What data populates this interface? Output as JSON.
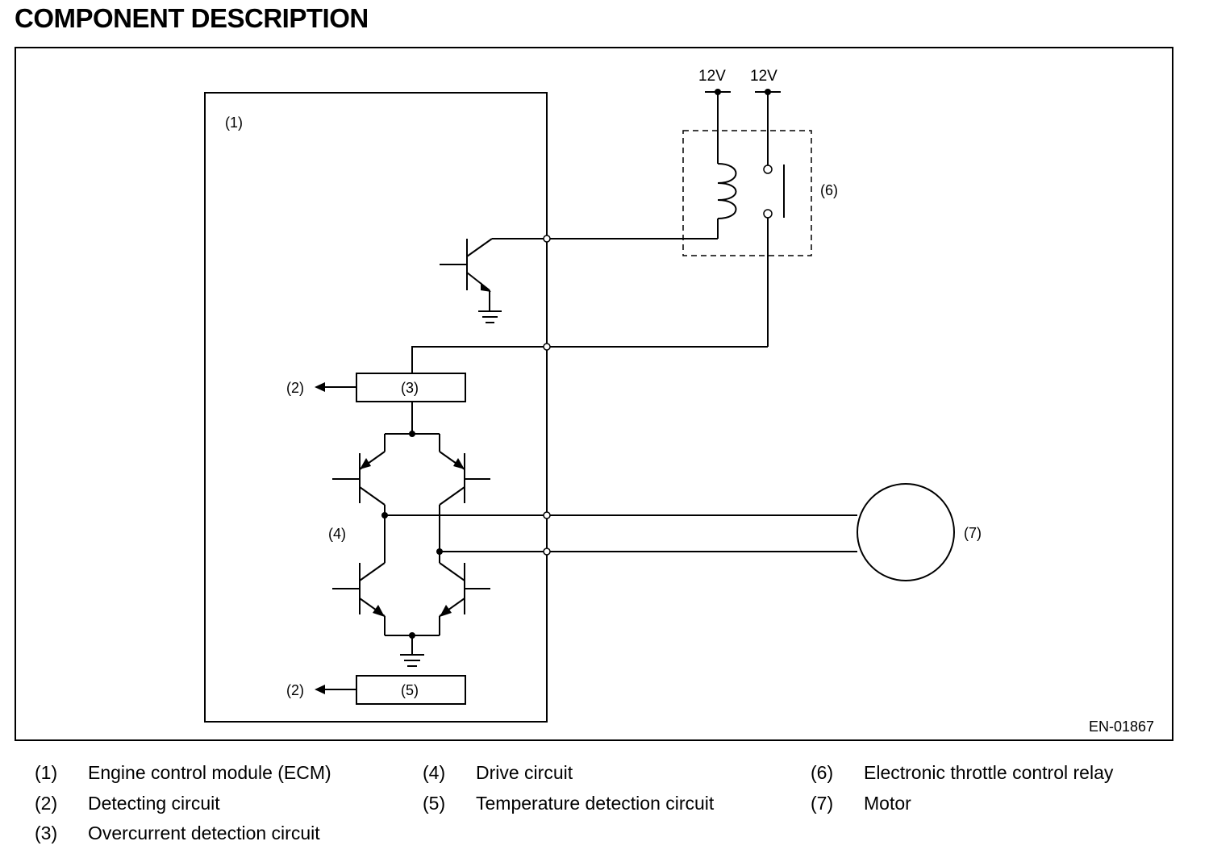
{
  "page_title": "COMPONENT DESCRIPTION",
  "figure_code": "EN-01867",
  "labels": {
    "ecm": "(1)",
    "detect_a": "(2)",
    "detect_b": "(2)",
    "overcurrent": "(3)",
    "drive": "(4)",
    "temperature": "(5)",
    "relay": "(6)",
    "motor": "(7)",
    "supply_a": "12V",
    "supply_b": "12V"
  },
  "legend": [
    {
      "num": "(1)",
      "text": "Engine control module (ECM)"
    },
    {
      "num": "(2)",
      "text": "Detecting circuit"
    },
    {
      "num": "(3)",
      "text": "Overcurrent detection circuit"
    },
    {
      "num": "(4)",
      "text": "Drive circuit"
    },
    {
      "num": "(5)",
      "text": "Temperature detection circuit"
    },
    {
      "num": "(6)",
      "text": "Electronic throttle control relay"
    },
    {
      "num": "(7)",
      "text": "Motor"
    }
  ]
}
